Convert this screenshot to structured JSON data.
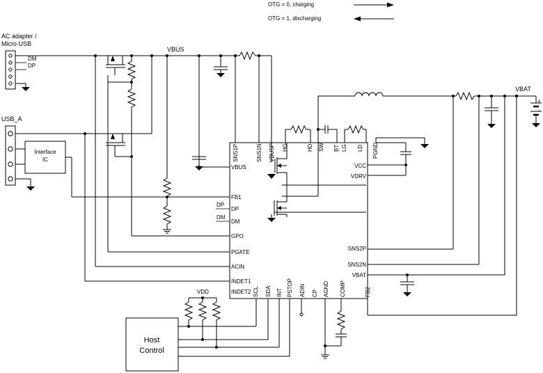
{
  "legend": {
    "otg0": "OTG  = 0, charging",
    "otg1": "OTG = 1, discharging"
  },
  "sources": {
    "ac_adapter_line1": "AC adapter /",
    "ac_adapter_line2": "Micro USB",
    "dm": "DM",
    "dp": "DP",
    "usb_a": "USB_A",
    "interface_line1": "Interface",
    "interface_line2": "IC"
  },
  "nets": {
    "vbus": "VBUS",
    "vbat": "VBAT",
    "vdd": "VDD",
    "dp": "DP",
    "dm": "DM"
  },
  "ic_pins": {
    "left": [
      "VBUS",
      "FB1",
      "DP",
      "DM",
      "GPO",
      "PGATE",
      "ACIN",
      "INDET1",
      "INDET2"
    ],
    "top": [
      "SNS1P",
      "SNS1N",
      "VBUSP",
      "HG",
      "HD",
      "SW",
      "BT",
      "LG",
      "LD",
      "PGND"
    ],
    "right": [
      "VCC",
      "VDRV",
      "SNS2P",
      "SNS2N",
      "VBAT"
    ],
    "bottom": [
      "SCL",
      "SDA",
      "INT",
      "PSTOP",
      "ADIN",
      "CP",
      "AGND",
      "COMP",
      "FB2"
    ]
  },
  "host": {
    "line1": "Host",
    "line2": "Control"
  },
  "battery": {
    "plus": "+",
    "minus": "-"
  }
}
